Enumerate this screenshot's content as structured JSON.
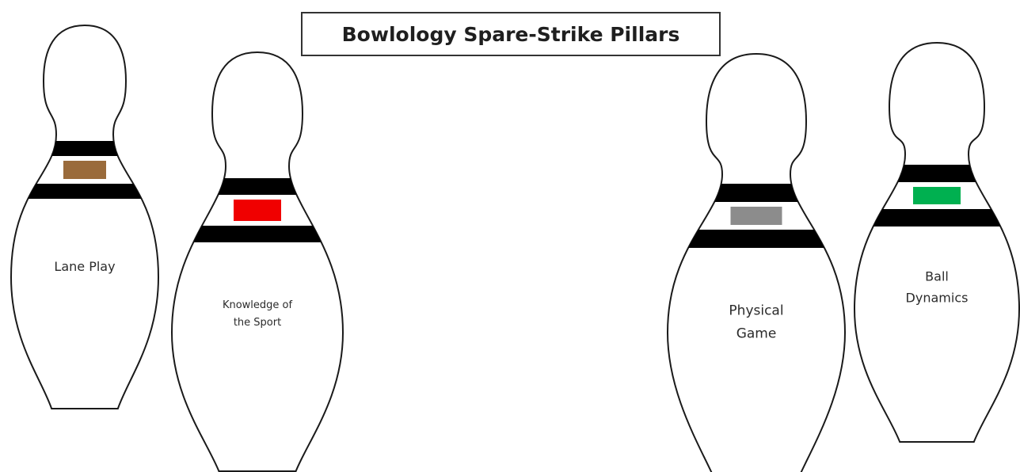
{
  "title": "Bowlology Spare-Strike Pillars",
  "pins": [
    {
      "label_lines": [
        "Lane Play"
      ],
      "swatch_color": "#9a6b3b"
    },
    {
      "label_lines": [
        "Knowledge of",
        "the Sport"
      ],
      "swatch_color": "#f00000"
    },
    {
      "label_lines": [
        "Physical",
        "Game"
      ],
      "swatch_color": "#8c8c8c"
    },
    {
      "label_lines": [
        "Ball",
        "Dynamics"
      ],
      "swatch_color": "#00b050"
    }
  ]
}
